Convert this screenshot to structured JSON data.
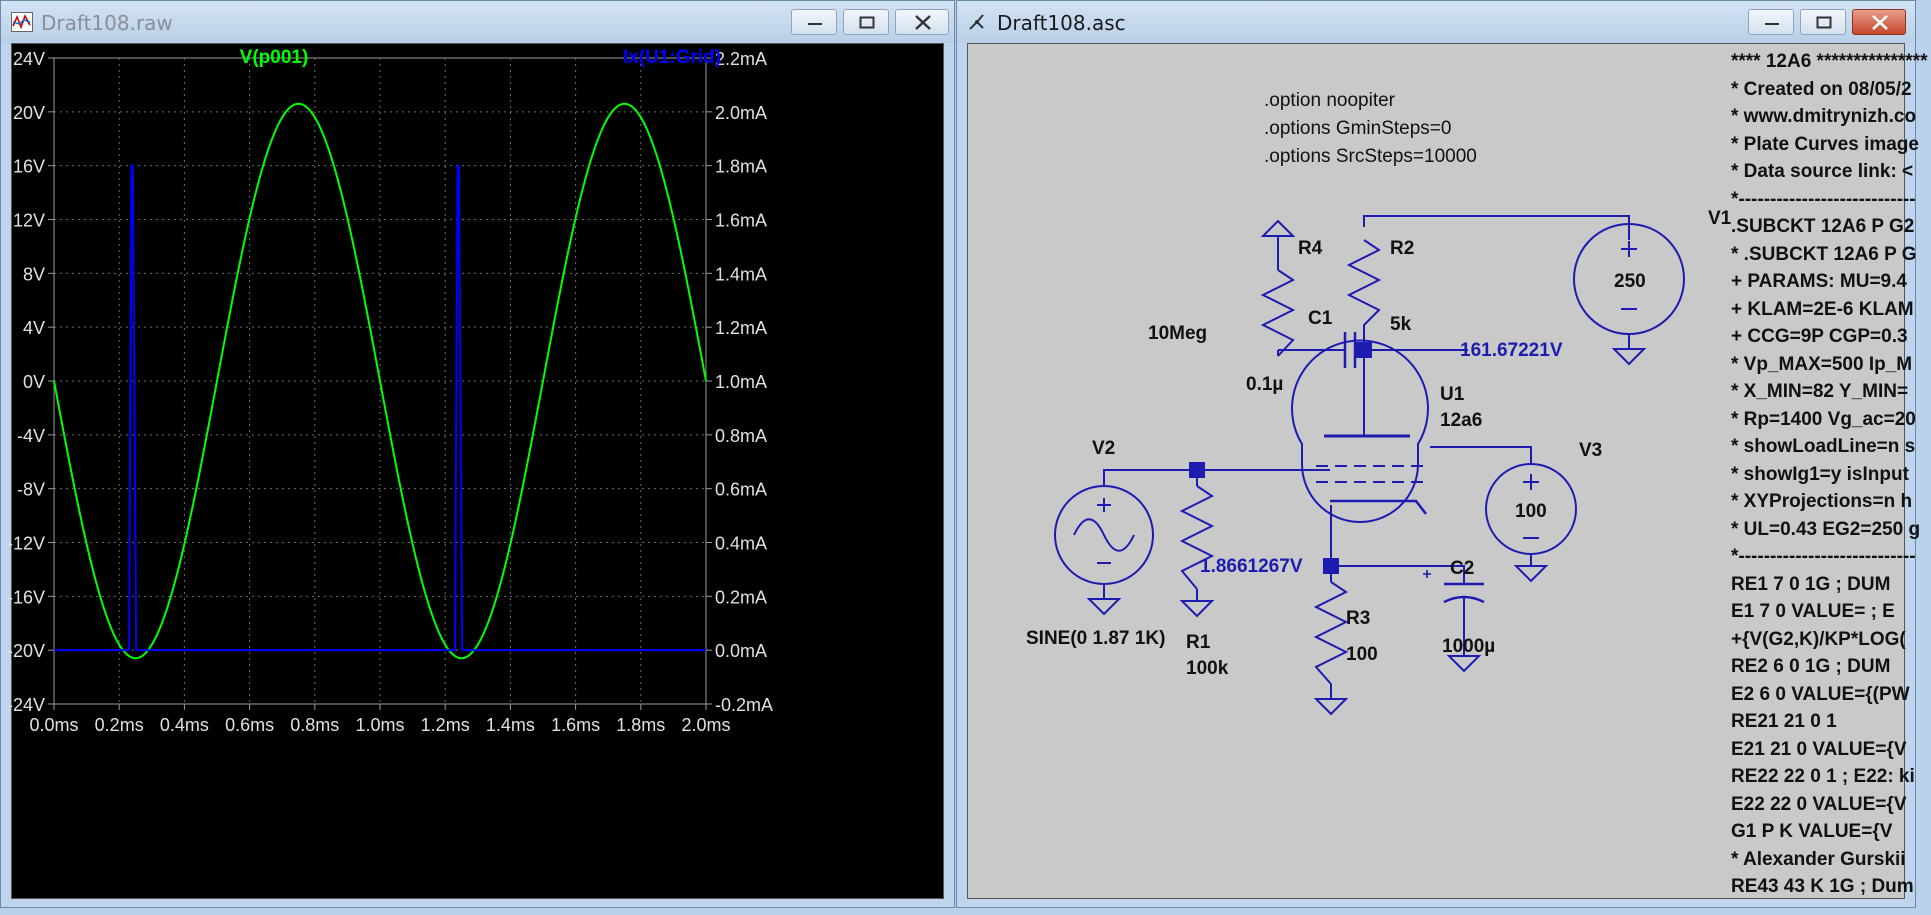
{
  "left_window": {
    "title": "Draft108.raw",
    "plot": {
      "trace_v": "V(p001)",
      "trace_i": "Ix(U1:Grid)",
      "color_v": "#00ff00",
      "color_i": "#0000ff",
      "left_ticks": [
        "24V",
        "20V",
        "16V",
        "12V",
        "8V",
        "4V",
        "0V",
        "-4V",
        "-8V",
        "-12V",
        "-16V",
        "-20V",
        "-24V"
      ],
      "right_ticks": [
        "2.2mA",
        "2.0mA",
        "1.8mA",
        "1.6mA",
        "1.4mA",
        "1.2mA",
        "1.0mA",
        "0.8mA",
        "0.6mA",
        "0.4mA",
        "0.2mA",
        "0.0mA",
        "-0.2mA"
      ],
      "x_ticks": [
        "0.0ms",
        "0.2ms",
        "0.4ms",
        "0.6ms",
        "0.8ms",
        "1.0ms",
        "1.2ms",
        "1.4ms",
        "1.6ms",
        "1.8ms",
        "2.0ms"
      ]
    }
  },
  "right_window": {
    "title": "Draft108.asc",
    "directives": [
      ".option noopiter",
      ".options GminSteps=0",
      ".options SrcSteps=10000"
    ],
    "components": {
      "r4": "R4",
      "r4_value": "10Meg",
      "c1": "C1",
      "c1_value": "0.1µ",
      "r2": "R2",
      "r2_value": "5k",
      "v1": "V1",
      "v1_value": "250",
      "u1": "U1",
      "u1_value": "12a6",
      "v2": "V2",
      "v2_value": "SINE(0 1.87 1K)",
      "r1": "R1",
      "r1_value": "100k",
      "v3": "V3",
      "v3_value": "100",
      "r3": "R3",
      "r3_value": "100",
      "c2": "C2",
      "c2_value": "1000µ"
    },
    "node_voltages": {
      "plate": "161.67221V",
      "cathode": "1.8661267V"
    },
    "netlist": [
      "**** 12A6 ***************",
      "* Created on 08/05/2",
      "* www.dmitrynizh.co",
      "* Plate Curves image",
      "* Data source link: <",
      "*----------------------------",
      ".SUBCKT 12A6 P G2",
      "* .SUBCKT 12A6 P G",
      "+ PARAMS: MU=9.4",
      "+ KLAM=2E-6 KLAM",
      "+ CCG=9P  CGP=0.3",
      "* Vp_MAX=500 Ip_M",
      "* X_MIN=82 Y_MIN=",
      "* Rp=1400 Vg_ac=20",
      "* showLoadLine=n s",
      "* showIg1=y isInput",
      "* XYProjections=n h",
      "* UL=0.43 EG2=250 g",
      "*----------------------------",
      "RE1  7 0  1G    ; DUM",
      "E1   7 0  VALUE=  ; E",
      "+{V(G2,K)/KP*LOG(",
      "RE2  6 0  1G    ; DUM",
      "E2  6 0  VALUE={(PW",
      "RE21 21 0 1",
      "E21  21 0 VALUE={V",
      "RE22 22 0 1 ; E22: ki",
      "E22  22 0 VALUE={V",
      "G1   P  K  VALUE={V",
      "* Alexander Gurskii",
      "RE43 43 K 1G ; Dum"
    ]
  }
}
